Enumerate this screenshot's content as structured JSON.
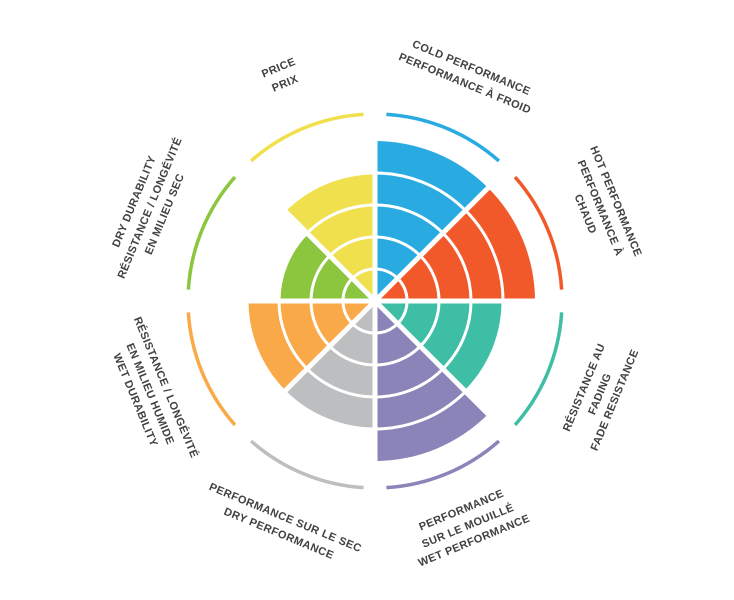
{
  "chart_data": {
    "type": "pie",
    "variant": "segmented-performance-wheel",
    "title": "",
    "rings": 5,
    "max_value": 5,
    "grid": "white concentric ring dividers inside colored sectors",
    "legend_position": "rotated labels around wheel rim with matching colored outer arcs",
    "segments": [
      {
        "id": "cold-performance",
        "label": "COLD PERFORMANCE\nPERFORMANCE À FROID",
        "value": 5,
        "color": "#29ABE2"
      },
      {
        "id": "hot-performance",
        "label": "HOT PERFORMANCE\nPERFORMANCE À CHAUD",
        "value": 5,
        "color": "#F1592A"
      },
      {
        "id": "fade-resistance",
        "label": "RÉSISTANCE AU FADING\nFADE RESISTANCE",
        "value": 4,
        "color": "#3EBEA5"
      },
      {
        "id": "wet-performance",
        "label": "PERFORMANCE\nSUR LE MOUILLÉ\nWET PERFORMANCE",
        "value": 5,
        "color": "#8A84B8"
      },
      {
        "id": "dry-performance",
        "label": "PERFORMANCE SUR LE SEC\nDRY PERFORMANCE",
        "value": 4,
        "color": "#BCBEC0"
      },
      {
        "id": "wet-durability",
        "label": "RÉSISTANCE / LONGÉVITÉ\nEN MILIEU HUMIDE\nWET DURABILITY",
        "value": 4,
        "color": "#F9A947"
      },
      {
        "id": "dry-durability",
        "label": "DRY DURABILITY\nRÉSISTANCE / LONGÉVITÉ\nEN MILIEU SEC",
        "value": 3,
        "color": "#8CC63F"
      },
      {
        "id": "price",
        "label": "PRICE\nPRIX",
        "value": 4,
        "color": "#F0E04E"
      }
    ]
  },
  "styles": {
    "label_color": "#414042",
    "background": "#FFFFFF",
    "ring_divider_color": "#FFFFFF"
  }
}
